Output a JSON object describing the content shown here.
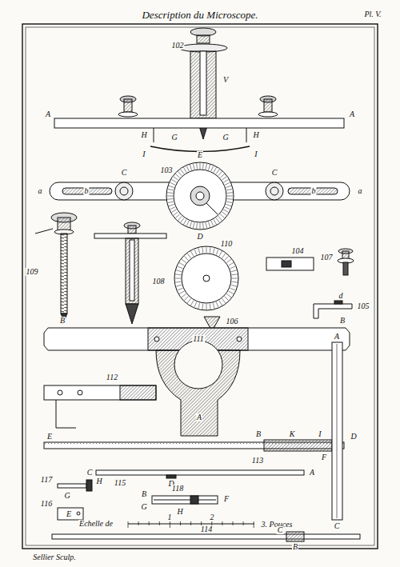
{
  "diagram": {
    "title": "Description du Microscope.",
    "labels": [
      "Pl. V.",
      "102",
      "V",
      "A",
      "A",
      "H",
      "G",
      "G",
      "H",
      "I",
      "E",
      "I",
      "103",
      "a",
      "a",
      "b",
      "b",
      "C",
      "C",
      "D",
      "110",
      "104",
      "109",
      "108",
      "107",
      "106",
      "105",
      "d",
      "111",
      "B",
      "B",
      "A",
      "112",
      "113",
      "E",
      "B",
      "K",
      "I",
      "D",
      "A",
      "F",
      "C",
      "115",
      "C",
      "D",
      "A",
      "117",
      "H",
      "G",
      "116",
      "E",
      "118",
      "B",
      "G",
      "F",
      "H",
      "Echelle de",
      "1",
      "2",
      "3. Pouces",
      "114",
      "C",
      "B",
      "Sellier Sculp."
    ]
  }
}
